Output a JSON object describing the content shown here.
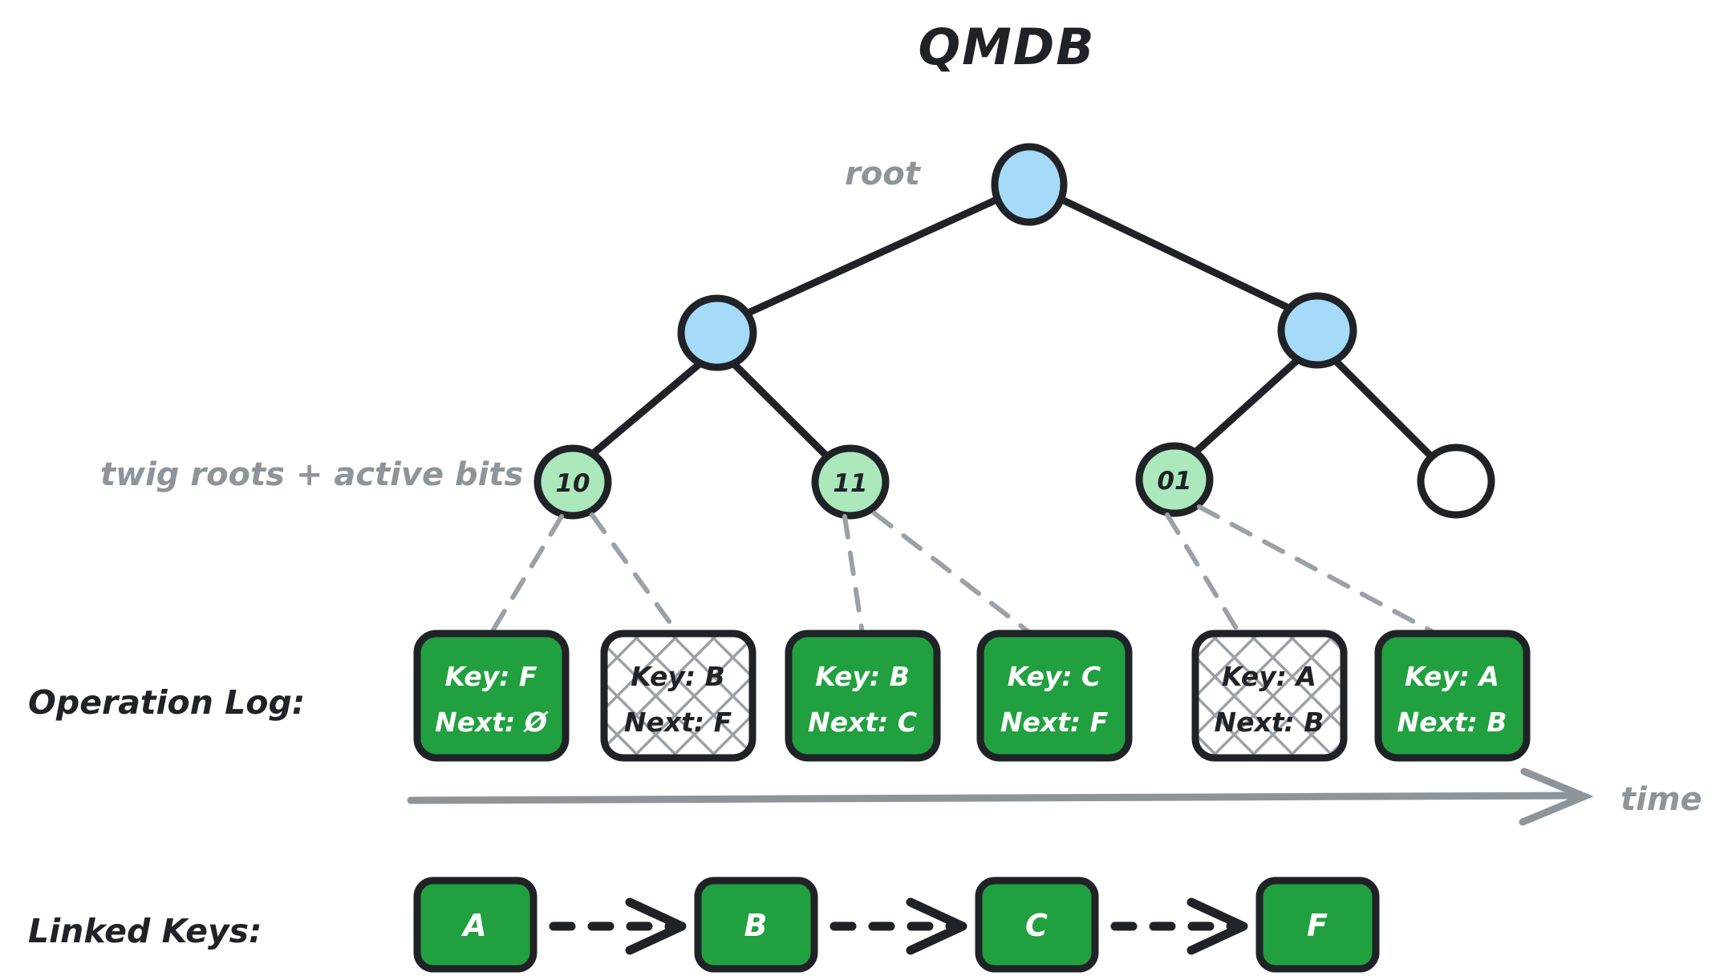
{
  "title": "QMDB",
  "labels": {
    "root": "root",
    "twig_roots": "twig roots + active bits",
    "operation_log": "Operation Log:",
    "linked_keys": "Linked Keys:",
    "time": "time"
  },
  "colors": {
    "node_blue": "#a5daf8",
    "node_green_light": "#abe8bb",
    "node_white": "#ffffff",
    "box_green": "#21a03f",
    "stroke_black": "#1f2226",
    "gray_text": "#8d959b",
    "hatch_gray": "#9aa1a7",
    "background": "#ffffff"
  },
  "tree": {
    "root_node": {
      "label": "",
      "fill": "node_blue"
    },
    "internal_nodes": [
      {
        "label": "",
        "fill": "node_blue"
      },
      {
        "label": "",
        "fill": "node_blue"
      }
    ],
    "twig_nodes": [
      {
        "label": "10",
        "fill": "node_green_light",
        "active": true
      },
      {
        "label": "11",
        "fill": "node_green_light",
        "active": true
      },
      {
        "label": "01",
        "fill": "node_green_light",
        "active": true
      },
      {
        "label": "",
        "fill": "node_white",
        "active": false
      }
    ]
  },
  "operation_log": {
    "entries": [
      {
        "key_line": "Key: F",
        "next_line": "Next: Ø",
        "state": "active"
      },
      {
        "key_line": "Key: B",
        "next_line": "Next: F",
        "state": "obsolete"
      },
      {
        "key_line": "Key: B",
        "next_line": "Next: C",
        "state": "active"
      },
      {
        "key_line": "Key: C",
        "next_line": "Next: F",
        "state": "active"
      },
      {
        "key_line": "Key: A",
        "next_line": "Next: B",
        "state": "obsolete"
      },
      {
        "key_line": "Key: A",
        "next_line": "Next: B",
        "state": "active"
      }
    ]
  },
  "linked_keys": {
    "nodes": [
      "A",
      "B",
      "C",
      "F"
    ],
    "connector": "dashed-arrow"
  }
}
